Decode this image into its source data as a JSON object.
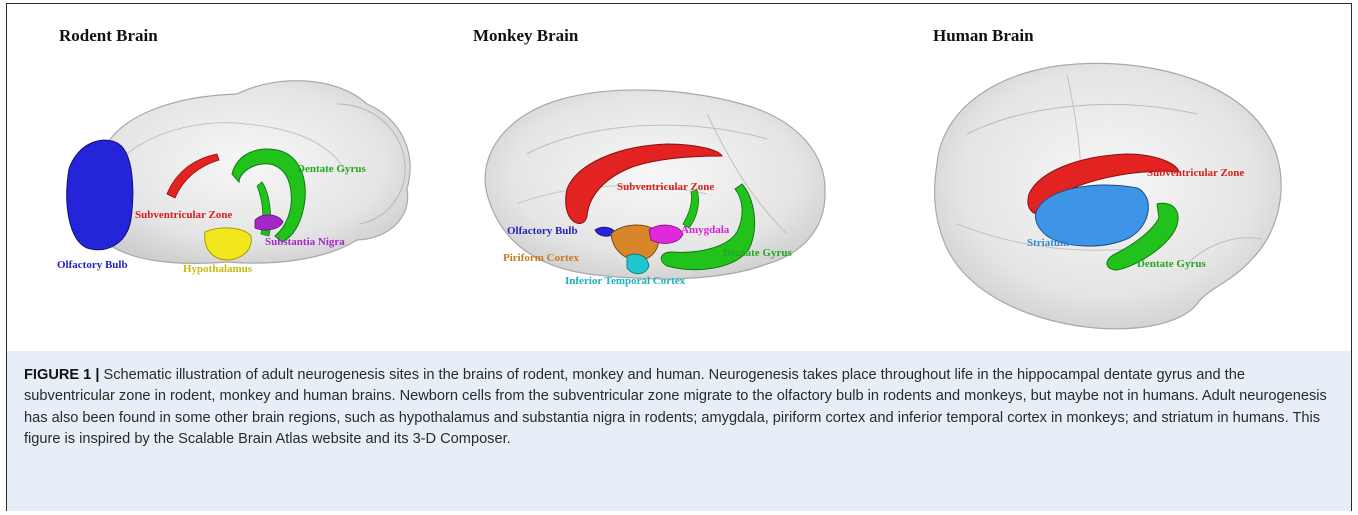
{
  "panels": {
    "rodent": {
      "title": "Rodent Brain",
      "labels": {
        "dentate_gyrus": "Dentate Gyrus",
        "subventricular_zone": "Subventricular Zone",
        "substantia_nigra": "Substantia Nigra",
        "olfactory_bulb": "Olfactory Bulb",
        "hypothalamus": "Hypothalamus"
      }
    },
    "monkey": {
      "title": "Monkey Brain",
      "labels": {
        "subventricular_zone": "Subventricular Zone",
        "olfactory_bulb": "Olfactory Bulb",
        "amygdala": "Amygdala",
        "piriform_cortex": "Piriform Cortex",
        "dentate_gyrus": "Dentate Gyrus",
        "inferior_temporal_cortex": "Inferior Temporal Cortex"
      }
    },
    "human": {
      "title": "Human Brain",
      "labels": {
        "subventricular_zone": "Subventricular Zone",
        "striatum": "Striatum",
        "dentate_gyrus": "Dentate Gyrus"
      }
    }
  },
  "colors": {
    "dentate_gyrus": "#22c21c",
    "subventricular_zone": "#e32222",
    "olfactory_bulb": "#2424d8",
    "hypothalamus": "#f2e61c",
    "substantia_nigra": "#a428c8",
    "amygdala": "#e028dc",
    "piriform_cortex": "#d8862a",
    "inferior_temporal_cortex": "#1fc6cf",
    "striatum": "#3e94e6",
    "brain_shell": "#d9d9d9"
  },
  "caption": {
    "label": "FIGURE 1 |",
    "text": "Schematic illustration of adult neurogenesis sites in the brains of rodent, monkey and human. Neurogenesis takes place throughout life in the hippocampal dentate gyrus and the subventricular zone in rodent, monkey and human brains. Newborn cells from the subventricular zone migrate to the olfactory bulb in rodents and monkeys, but maybe not in humans. Adult neurogenesis has also been found in some other brain regions, such as hypothalamus and substantia nigra in rodents; amygdala, piriform cortex and inferior temporal cortex in monkeys; and striatum in humans. This figure is inspired by the Scalable Brain Atlas website and its 3-D Composer."
  }
}
